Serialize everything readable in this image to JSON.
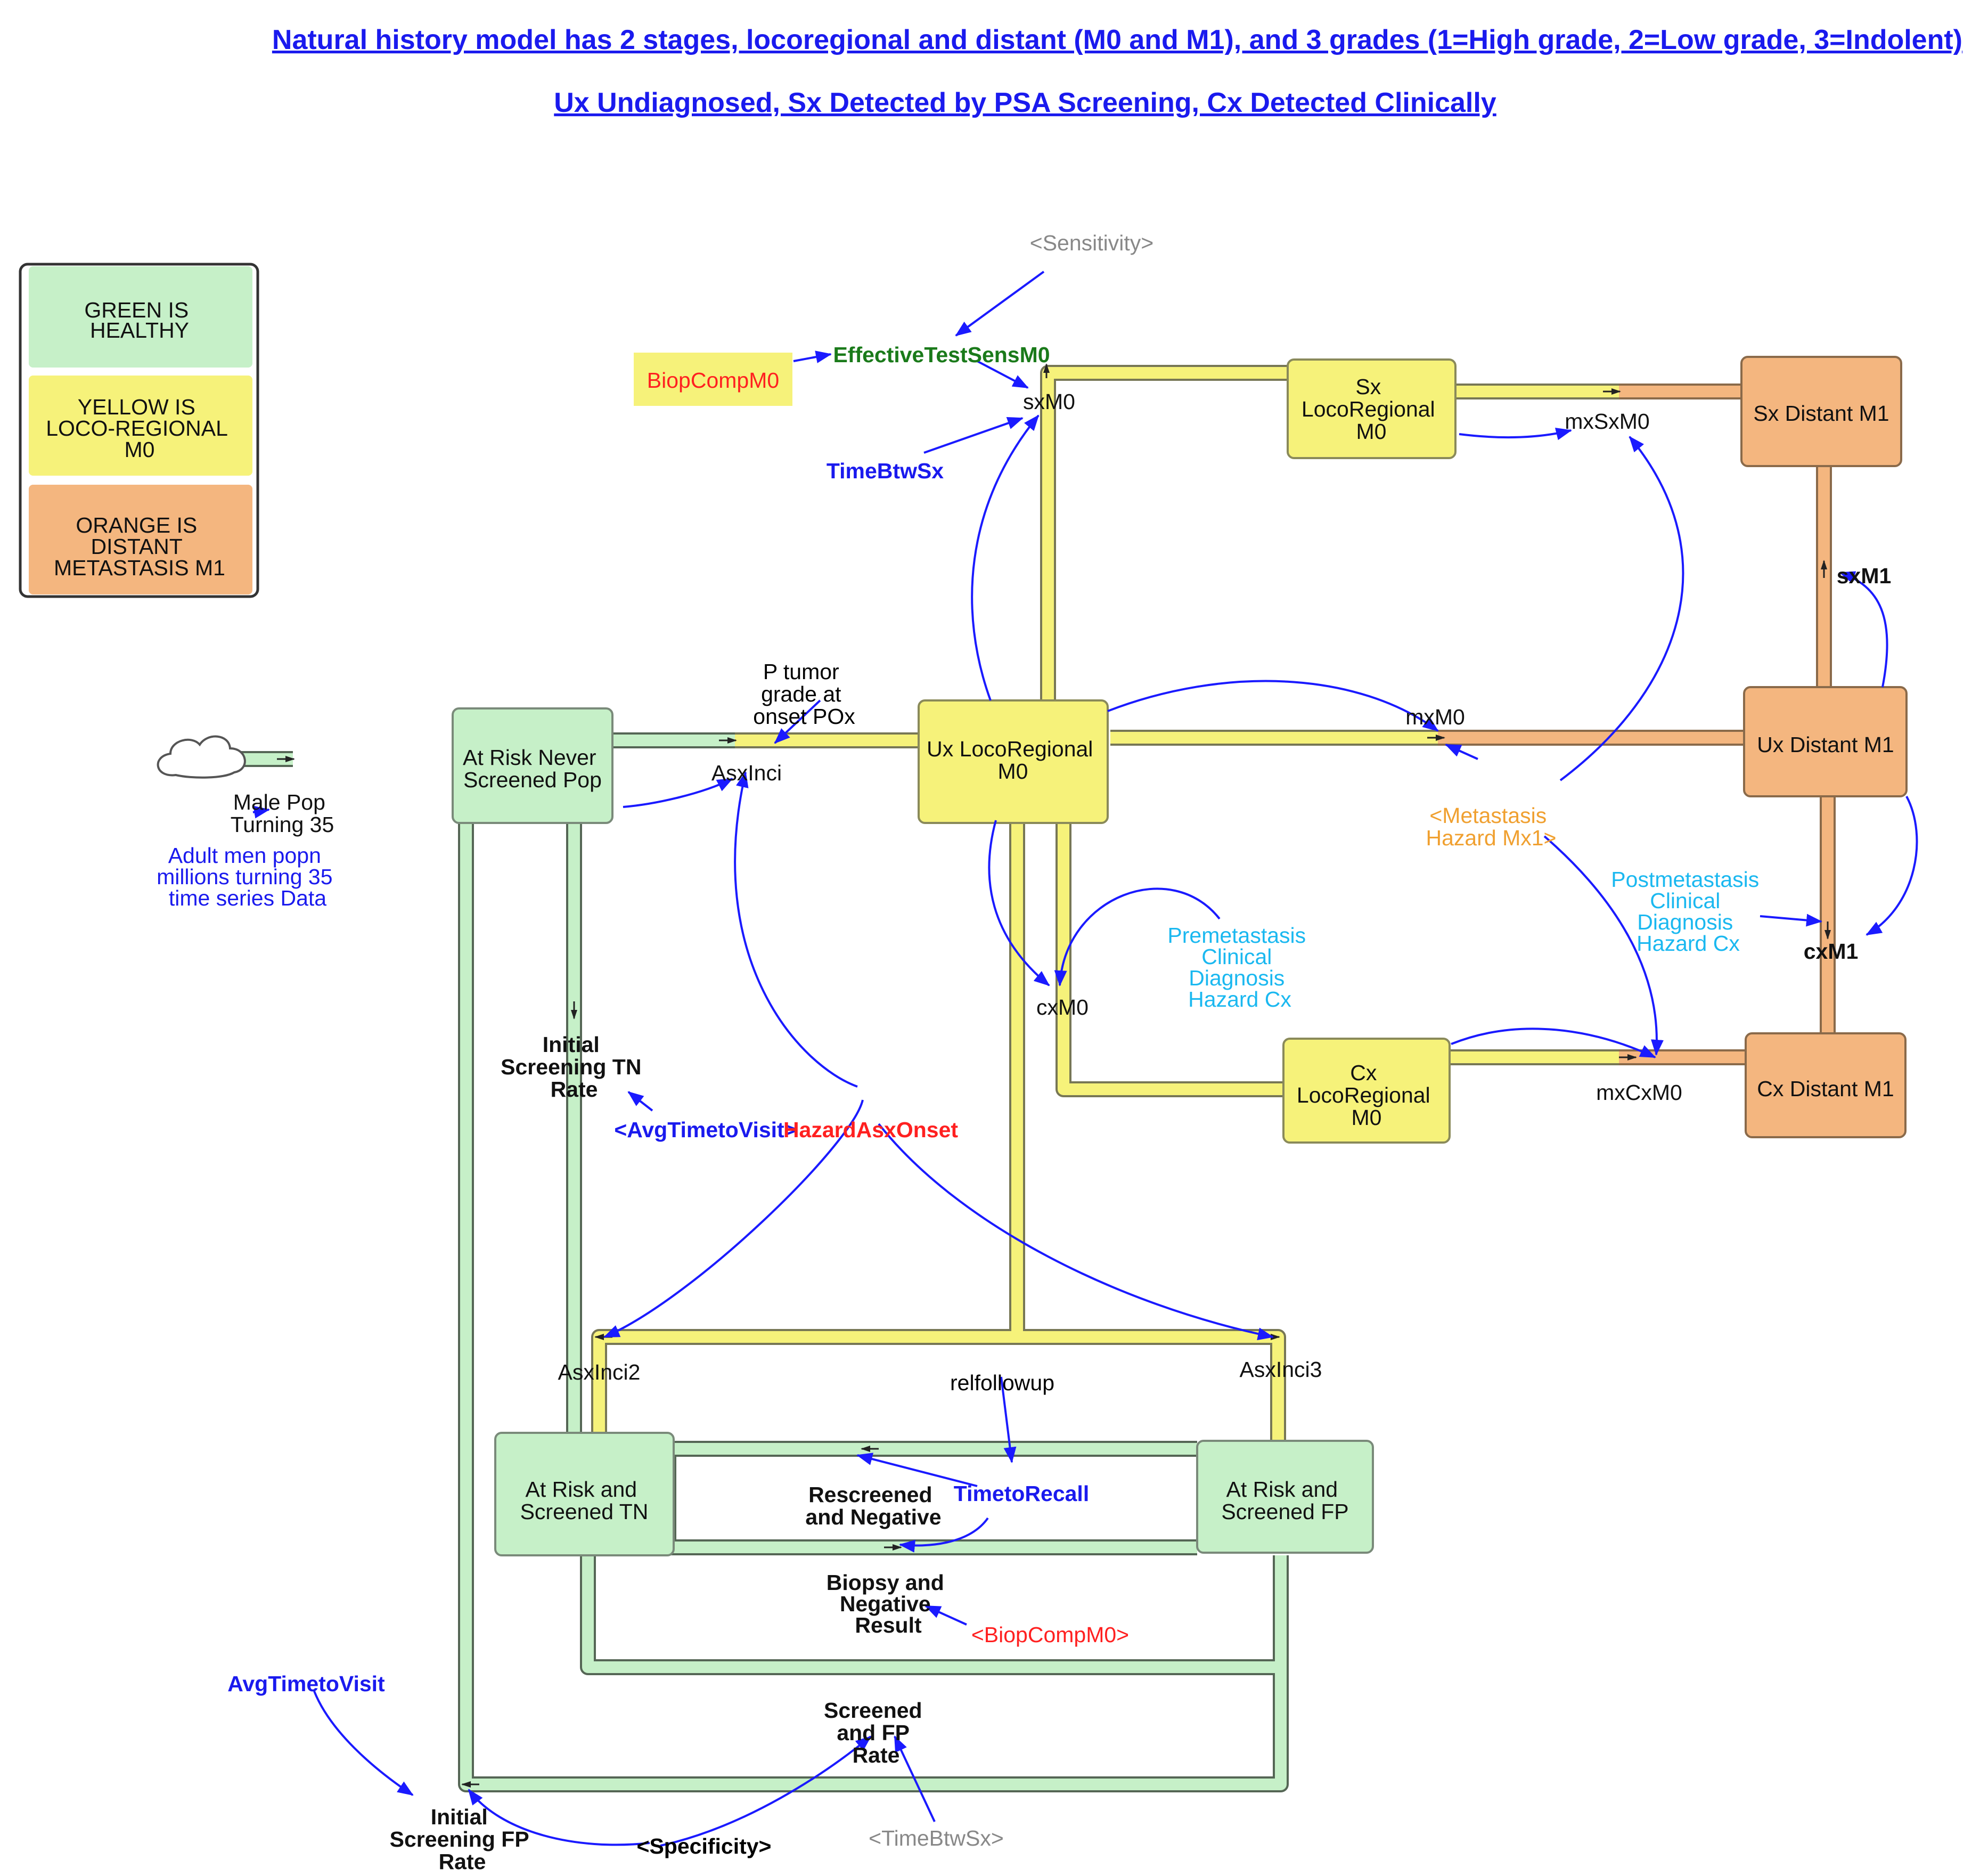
{
  "header": {
    "line1": "Natural history model has 2 stages, locoregional and distant  (M0 and M1), and 3 grades (1=High grade, 2=Low grade, 3=Indolent)",
    "line2": "Ux Undiagnosed, Sx Detected by PSA Screening, Cx Detected Clinically"
  },
  "colors": {
    "green": "#c6f0c8",
    "yellow": "#f6f27a",
    "orange": "#f4b67f",
    "link_blue": "#1a1aff",
    "title_blue": "#1a1aee",
    "cyan": "#1ab8f0",
    "red": "#ff2020",
    "darkgreen": "#1a7a1a",
    "orange_text": "#f0a030",
    "grey": "#888888"
  },
  "legend": {
    "green": [
      "GREEN IS",
      "HEALTHY"
    ],
    "yellow": [
      "YELLOW IS",
      "LOCO-REGIONAL",
      "M0"
    ],
    "orange": [
      "ORANGE IS",
      "DISTANT",
      "METASTASIS M1"
    ]
  },
  "stocks": {
    "at_risk_never": [
      "At Risk Never",
      "Screened Pop"
    ],
    "ux_loco": [
      "Ux LocoRegional",
      "M0"
    ],
    "sx_loco": [
      "Sx",
      "LocoRegional",
      "M0"
    ],
    "sx_distant": [
      "Sx Distant M1"
    ],
    "ux_distant": [
      "Ux Distant M1"
    ],
    "cx_loco": [
      "Cx",
      "LocoRegional",
      "M0"
    ],
    "cx_distant": [
      "Cx Distant M1"
    ],
    "screened_tn": [
      "At Risk and",
      "Screened TN"
    ],
    "screened_fp": [
      "At Risk and",
      "Screened FP"
    ]
  },
  "flows": {
    "male_pop": [
      "Male Pop",
      "Turning 35"
    ],
    "asxinci": "AsxInci",
    "sxm0": "sxM0",
    "mxsxm0": "mxSxM0",
    "sxm1": "sxM1",
    "mxm0": "mxM0",
    "cxm1": "cxM1",
    "cxm0": "cxM0",
    "mxcxm0": "mxCxM0",
    "asxinci2": "AsxInci2",
    "asxinci3": "AsxInci3",
    "initial_tn": [
      "Initial",
      "Screening TN",
      "Rate"
    ],
    "rescreened": [
      "Rescreened",
      "and Negative"
    ],
    "biopsy_neg": [
      "Biopsy and",
      "Negative",
      "Result"
    ],
    "screened_fp_rate": [
      "Screened",
      "and FP",
      "Rate"
    ],
    "initial_fp": [
      "Initial",
      "Screening FP",
      "Rate"
    ]
  },
  "variables": {
    "sensitivity": "<Sensitivity>",
    "effective_test": "EffectiveTestSensM0",
    "biopcomp": "BiopCompM0",
    "timebtwsx": "TimeBtwSx",
    "p_tumor": [
      "P tumor",
      "grade at",
      "onset POx"
    ],
    "adult_men": [
      "Adult men popn",
      "millions turning 35",
      "time series Data"
    ],
    "metastasis_hazard": [
      "<Metastasis",
      "Hazard Mx1>"
    ],
    "postmetastasis": [
      "Postmetastasis",
      "Clinical",
      "Diagnosis",
      "Hazard Cx"
    ],
    "premetastasis": [
      "Premetastasis",
      "Clinical",
      "Diagnosis",
      "Hazard Cx"
    ],
    "avgtime_shadow": "<AvgTimetoVisit>",
    "hazard_asx": "HazardAsxOnset",
    "relfollowup": "relfollowup",
    "timetorecall": "TimetoRecall",
    "biopcomp_shadow": "<BiopCompM0>",
    "avgtime": "AvgTimetoVisit",
    "specificity": "<Specificity>",
    "timebtwsx_shadow": "<TimeBtwSx>"
  }
}
